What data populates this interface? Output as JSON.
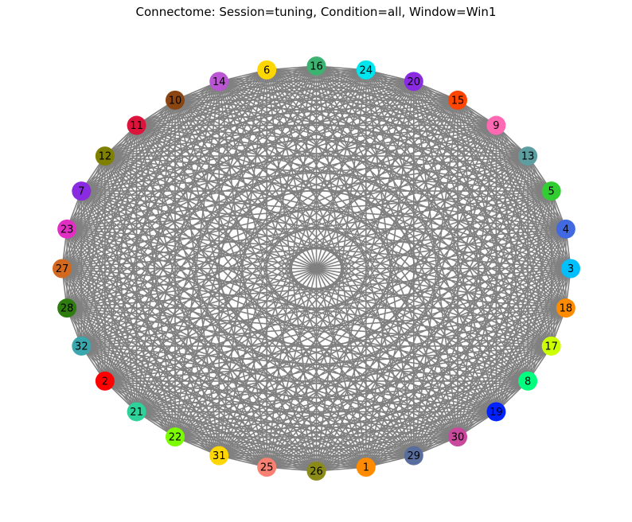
{
  "chart_data": {
    "type": "network",
    "layout": "circular",
    "title": "Connectome: Session=tuning, Condition=all, Window=Win1",
    "edge_color": "#808080",
    "edges": "complete graph (all node pairs connected)",
    "nodes": [
      {
        "label": "3",
        "color": "#00bfff"
      },
      {
        "label": "4",
        "color": "#4169e1"
      },
      {
        "label": "5",
        "color": "#32cd32"
      },
      {
        "label": "13",
        "color": "#5f9ea0"
      },
      {
        "label": "9",
        "color": "#ff69b4"
      },
      {
        "label": "15",
        "color": "#ff4500"
      },
      {
        "label": "20",
        "color": "#8a2be2"
      },
      {
        "label": "24",
        "color": "#00e5ee"
      },
      {
        "label": "16",
        "color": "#3cb371"
      },
      {
        "label": "6",
        "color": "#ffd700"
      },
      {
        "label": "14",
        "color": "#ba55d3"
      },
      {
        "label": "10",
        "color": "#8b4513"
      },
      {
        "label": "11",
        "color": "#dc143c"
      },
      {
        "label": "12",
        "color": "#808000"
      },
      {
        "label": "7",
        "color": "#8a2be2"
      },
      {
        "label": "23",
        "color": "#e22fc3"
      },
      {
        "label": "27",
        "color": "#d2691e"
      },
      {
        "label": "28",
        "color": "#2e7d0e"
      },
      {
        "label": "32",
        "color": "#3aa6ad"
      },
      {
        "label": "2",
        "color": "#ff0000"
      },
      {
        "label": "21",
        "color": "#2ed19a"
      },
      {
        "label": "22",
        "color": "#7cfc00"
      },
      {
        "label": "31",
        "color": "#ffd700"
      },
      {
        "label": "25",
        "color": "#fa8072"
      },
      {
        "label": "26",
        "color": "#8b8b1a"
      },
      {
        "label": "1",
        "color": "#ff8c00"
      },
      {
        "label": "29",
        "color": "#5a6e9e"
      },
      {
        "label": "30",
        "color": "#c94a9c"
      },
      {
        "label": "19",
        "color": "#0022ff"
      },
      {
        "label": "8",
        "color": "#00ff7f"
      },
      {
        "label": "17",
        "color": "#ccff00"
      },
      {
        "label": "18",
        "color": "#ff8c00"
      }
    ]
  }
}
